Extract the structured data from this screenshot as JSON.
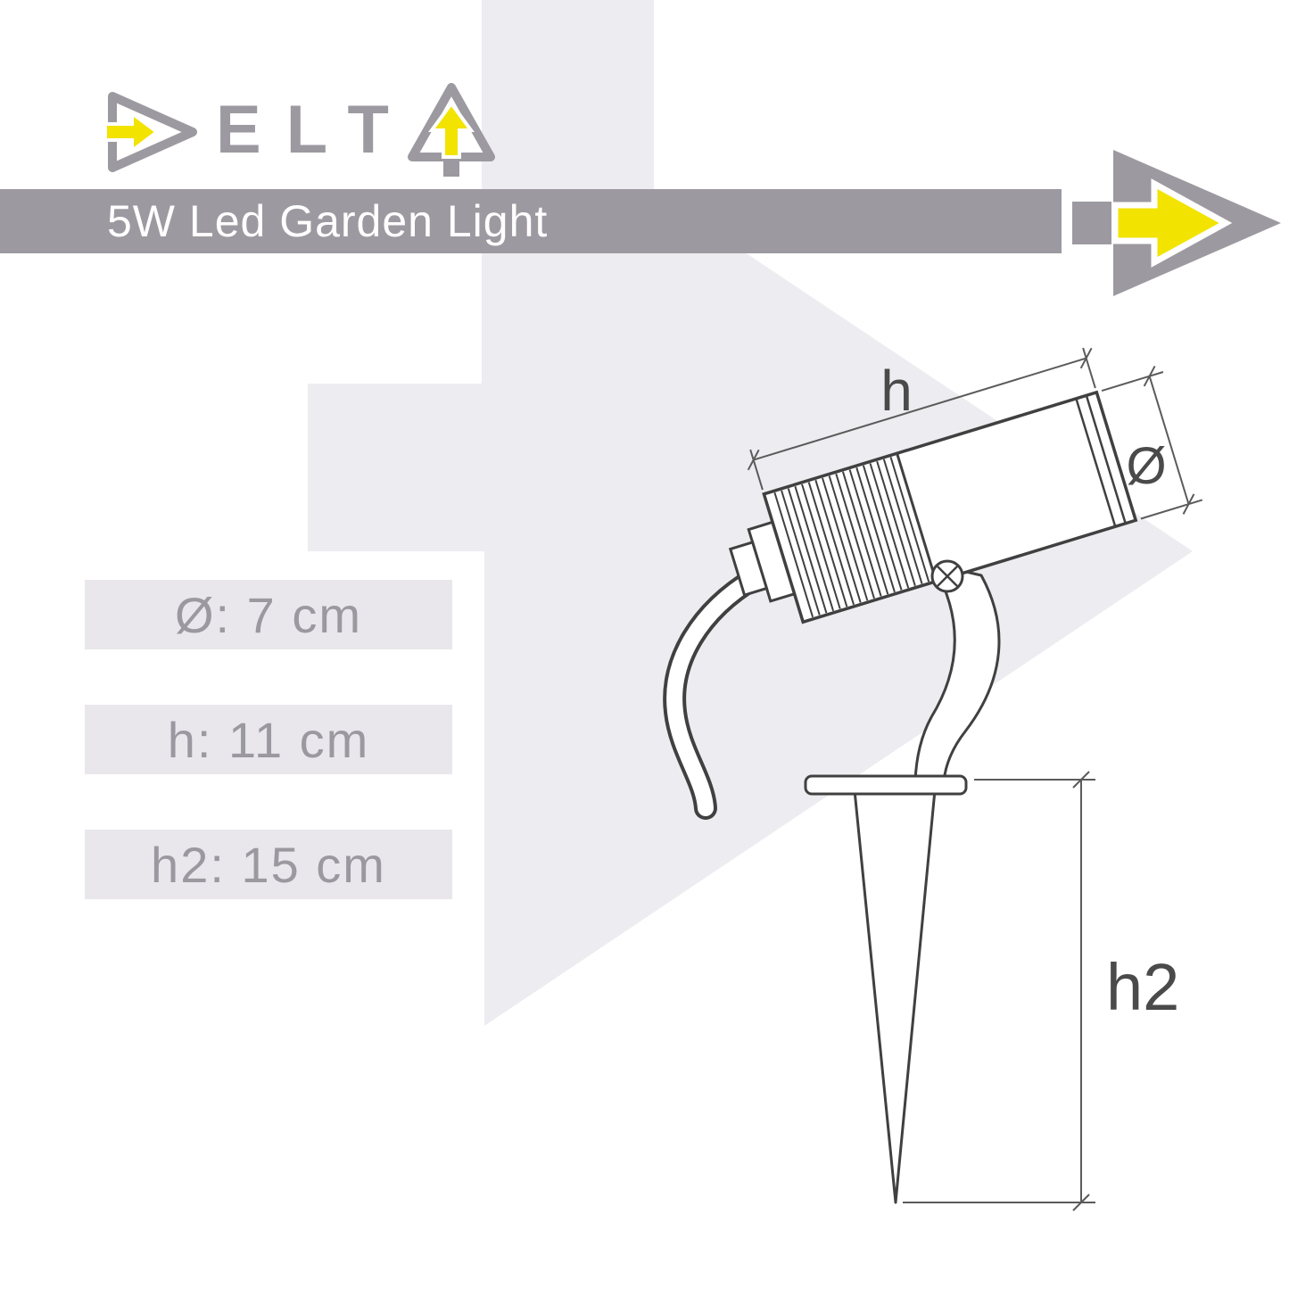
{
  "brand": {
    "name": "DELTA",
    "letters": "ELT"
  },
  "banner": {
    "title": "5W Led Garden Light"
  },
  "specs": {
    "items": [
      {
        "symbol": "Ø",
        "value": "7 cm",
        "text": "Ø: 7 cm"
      },
      {
        "symbol": "h",
        "value": "11 cm",
        "text": "h: 11 cm"
      },
      {
        "symbol": "h2",
        "value": "15 cm",
        "text": "h2: 15 cm"
      }
    ]
  },
  "diagram": {
    "labels": {
      "height": "h",
      "diameter": "Ø",
      "stake_height": "h2"
    }
  },
  "colors": {
    "accent_yellow": "#F3E300",
    "brand_gray": "#9C9AA0",
    "bar_fill": "#E9E7EB",
    "watermark": "#EDECF0",
    "line_dark": "#404040",
    "dimension_gray": "#5B5B5B"
  }
}
